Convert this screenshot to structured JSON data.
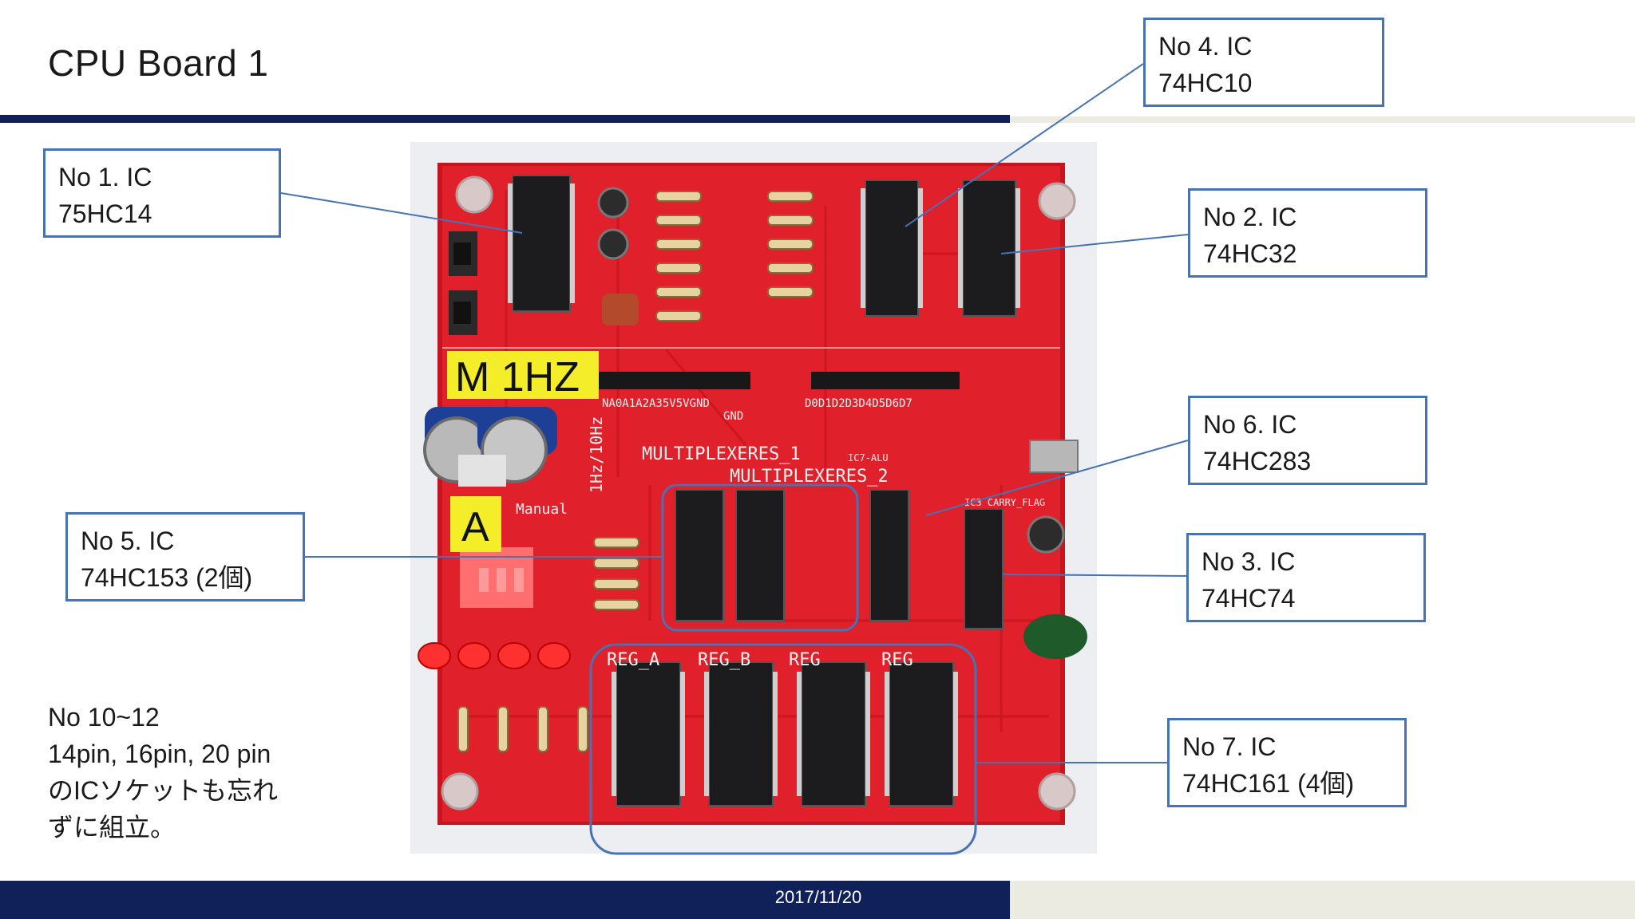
{
  "slide": {
    "title": "CPU Board 1",
    "date": "2017/11/20"
  },
  "callouts": [
    {
      "id": "no1",
      "line1": "No 1.  IC",
      "line2": "75HC14"
    },
    {
      "id": "no2",
      "line1": "No 2.  IC",
      "line2": "74HC32"
    },
    {
      "id": "no3",
      "line1": "No 3.  IC",
      "line2": "74HC74"
    },
    {
      "id": "no4",
      "line1": "No 4.  IC",
      "line2": "74HC10"
    },
    {
      "id": "no5",
      "line1": "No 5.  IC",
      "line2": "74HC153 (2個)"
    },
    {
      "id": "no6",
      "line1": "No 6.  IC",
      "line2": "74HC283"
    },
    {
      "id": "no7",
      "line1": "No 7.  IC",
      "line2": "74HC161 (4個)"
    }
  ],
  "note": {
    "lines": [
      "No 10~12",
      "14pin, 16pin, 20 pin",
      "のICソケットも忘れ",
      "ずに組立。"
    ]
  },
  "board": {
    "sticker_m1hz": "M 1HZ",
    "sticker_a": "A",
    "mux1": "MULTIPLEXERES_1",
    "mux2": "MULTIPLEXERES_2",
    "vertical_label": "1Hz/10Hz",
    "manual": "Manual",
    "reg_a": "REG_A",
    "reg_b": "REG_B",
    "reg3": "REG",
    "reg4": "REG",
    "pins_left": "NA0A1A2A35V5VGND",
    "gnd": "GND",
    "pins_right": "D0D1D2D3D4D5D6D7",
    "carry": "IC3 CARRY_FLAG",
    "alu": "IC7-ALU",
    "colors": {
      "pcb": "#e0202a",
      "pcb_edge": "#c5151f",
      "chip": "#1c1c1e",
      "sticker": "#f4ee2a",
      "callout_border": "#4672b6",
      "bar_dark": "#0f2158",
      "bar_light": "#ecebe2"
    }
  }
}
